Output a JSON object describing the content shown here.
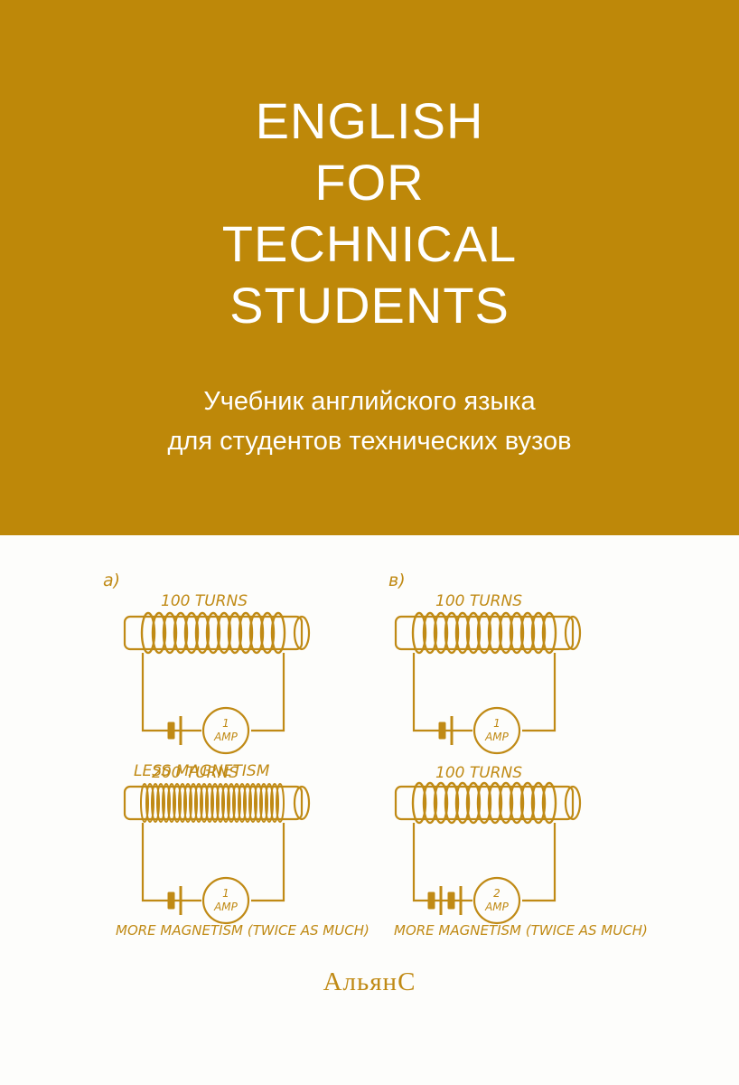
{
  "cover": {
    "title_lines": [
      "ENGLISH",
      "FOR",
      "TECHNICAL",
      "STUDENTS"
    ],
    "subtitle_lines": [
      "Учебник английского языка",
      "для студентов технических вузов"
    ],
    "publisher": "АльянС",
    "colors": {
      "band": "#be8809",
      "ink": "#c08a15",
      "text_on_band": "#ffffff",
      "paper": "#fdfdfb"
    }
  },
  "illustration": {
    "panel_a": {
      "marker": "a)",
      "coil_top": {
        "turns_label": "100 TURNS",
        "meter_value": "1",
        "meter_unit": "AMP",
        "caption": "LESS MAGNETISM"
      },
      "coil_bottom": {
        "turns_label": "200 TURNS",
        "meter_value": "1",
        "meter_unit": "AMP",
        "caption": "MORE MAGNETISM (TWICE AS MUCH)"
      }
    },
    "panel_b": {
      "marker": "в)",
      "coil_top": {
        "turns_label": "100 TURNS",
        "meter_value": "1",
        "meter_unit": "AMP"
      },
      "coil_bottom": {
        "turns_label": "100 TURNS",
        "meter_value": "2",
        "meter_unit": "AMP",
        "caption": "MORE MAGNETISM (TWICE AS MUCH)"
      }
    }
  }
}
